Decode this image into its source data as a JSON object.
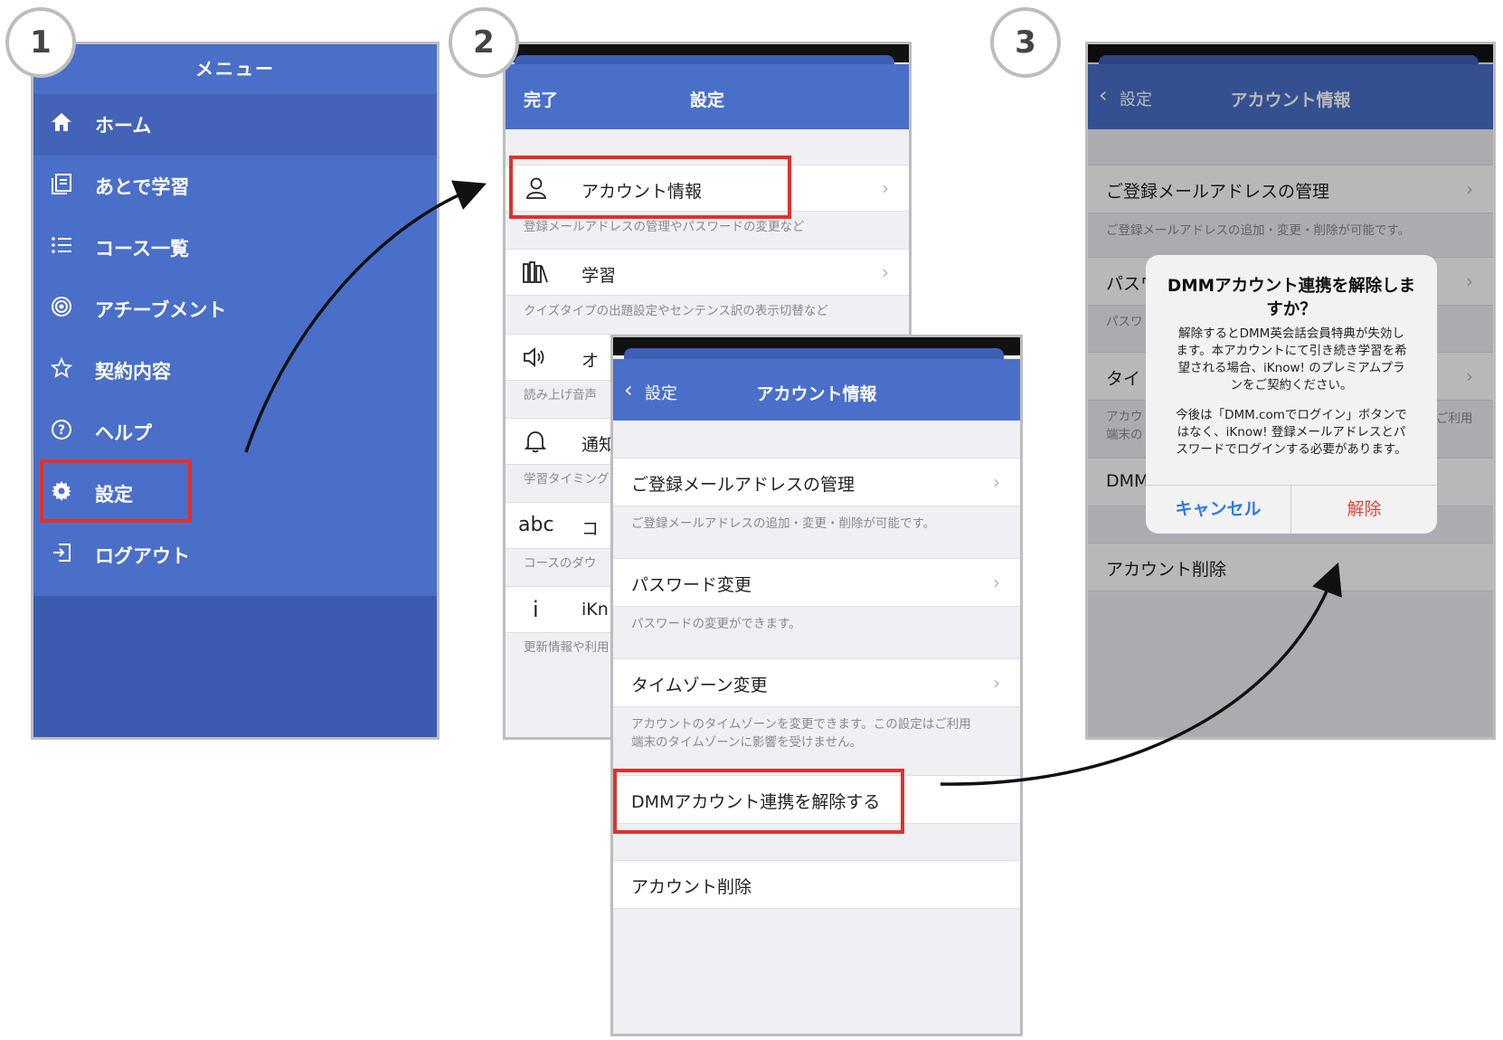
{
  "steps": [
    "1",
    "2",
    "3"
  ],
  "panel1": {
    "title": "メニュー",
    "items": [
      {
        "label": "ホーム",
        "icon": "home-icon"
      },
      {
        "label": "あとで学習",
        "icon": "bookmark-list-icon"
      },
      {
        "label": "コース一覧",
        "icon": "list-icon"
      },
      {
        "label": "アチーブメント",
        "icon": "target-icon"
      },
      {
        "label": "契約内容",
        "icon": "star-icon"
      },
      {
        "label": "ヘルプ",
        "icon": "help-icon"
      },
      {
        "label": "設定",
        "icon": "gear-icon"
      },
      {
        "label": "ログアウト",
        "icon": "logout-icon"
      }
    ]
  },
  "panel2": {
    "done": "完了",
    "title": "設定",
    "rows": [
      {
        "label": "アカウント情報",
        "icon": "person-icon",
        "note": "登録メールアドレスの管理やパスワードの変更など"
      },
      {
        "label": "学習",
        "icon": "books-icon",
        "note": "クイズタイプの出題設定やセンテンス訳の表示切替など"
      },
      {
        "label": "オ",
        "icon": "speaker-icon",
        "note": "読み上げ音声"
      },
      {
        "label": "通知",
        "icon": "bell-icon",
        "note": "学習タイミング"
      },
      {
        "label": "コ",
        "icon": "abc-icon",
        "note": "コースのダウ"
      },
      {
        "label": "iKn",
        "icon": "info-icon",
        "note": "更新情報や利用"
      }
    ],
    "abc": "abc",
    "info_glyph": "i"
  },
  "overlay": {
    "back": "設定",
    "title": "アカウント情報",
    "email_row": "ご登録メールアドレスの管理",
    "email_note": "ご登録メールアドレスの追加・変更・削除が可能です。",
    "password_row": "パスワード変更",
    "password_note": "パスワードの変更ができます。",
    "timezone_row": "タイムゾーン変更",
    "timezone_note_1": "アカウントのタイムゾーンを変更できます。この設定はご利用",
    "timezone_note_2": "端末のタイムゾーンに影響を受けません。",
    "unlink_row": "DMMアカウント連携を解除する",
    "delete_row": "アカウント削除"
  },
  "panel3": {
    "back": "設定",
    "title": "アカウント情報",
    "email_row": "ご登録メールアドレスの管理",
    "email_note": "ご登録メールアドレスの追加・変更・削除が可能です。",
    "password_partial": "パスワ",
    "password_note_partial": "パスワ",
    "timezone_partial": "タイ",
    "tz_note_partial_1": "アカウ",
    "tz_note_partial_2": "端末の",
    "tz_note_right": "ご利用",
    "dmm_partial": "DMM",
    "delete_row": "アカウント削除",
    "alert": {
      "title_1": "DMMアカウント連携を解除しま",
      "title_2": "すか？",
      "msg_1": "解除するとDMM英会話会員特典が失効し",
      "msg_2": "ます。本アカウントにて引き続き学習を希",
      "msg_3": "望される場合、iKnow! のプレミアムプラ",
      "msg_4": "ンをご契約ください。",
      "msg_5": "今後は「DMM.comでログイン」ボタンで",
      "msg_6": "はなく、iKnow! 登録メールアドレスとパ",
      "msg_7": "スワードでログインする必要があります。",
      "cancel": "キャンセル",
      "confirm": "解除"
    }
  },
  "colors": {
    "nav_blue": "#4a6fc9",
    "highlight_red": "#e0312a",
    "cancel_blue": "#2f7ae5",
    "confirm_red": "#e0453a"
  }
}
